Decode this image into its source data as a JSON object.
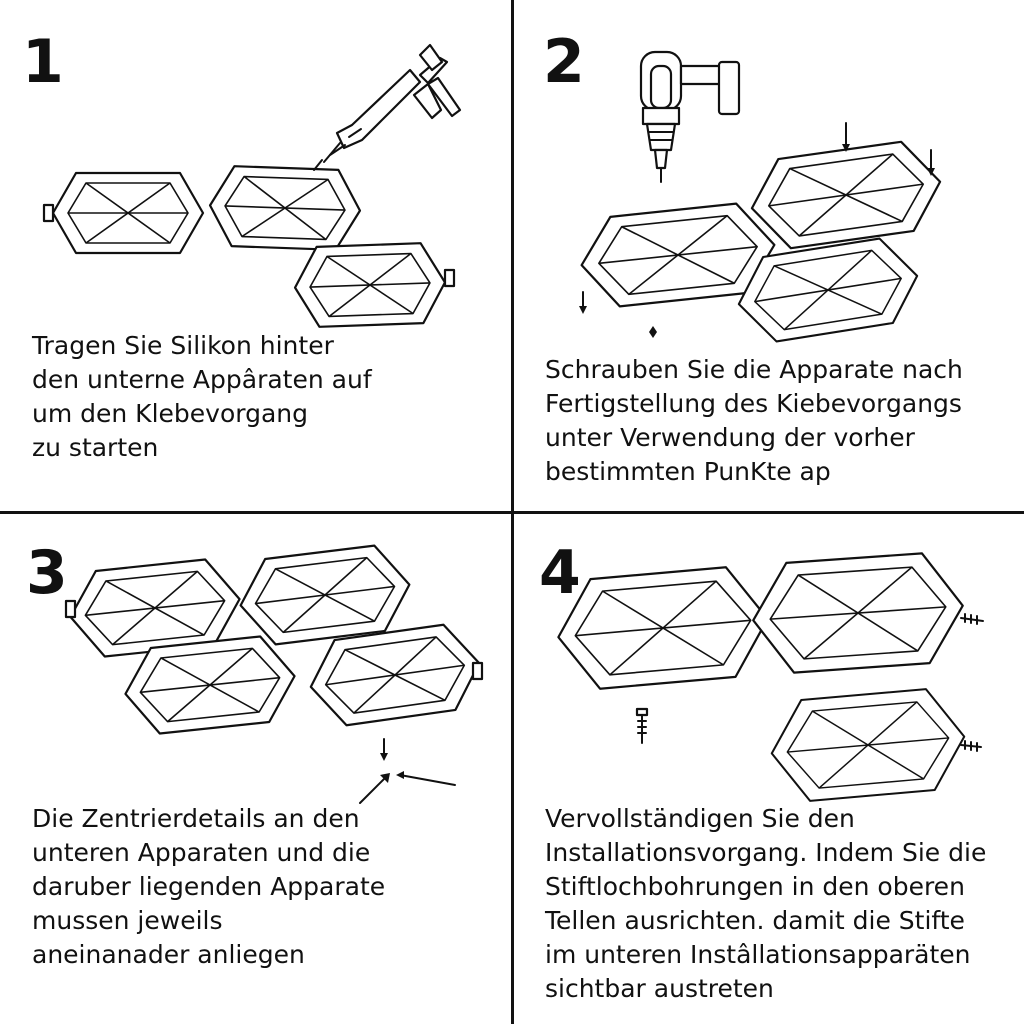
{
  "steps": [
    {
      "number": "1",
      "caption": [
        "Tragen Sie Silikon hinter",
        "den unterne Appâraten auf",
        "um den Klebevorgang",
        "zu starten"
      ],
      "illustration_icon": "caulking-gun-icon"
    },
    {
      "number": "2",
      "caption": [
        "Schrauben Sie die Apparate nach",
        "Fertigstellung des Kiebevorgangs",
        "unter Verwendung der vorher",
        "bestimmten PunKte ap"
      ],
      "illustration_icon": "power-drill-icon"
    },
    {
      "number": "3",
      "caption": [
        "Die Zentrierdetails an den",
        "unteren Apparaten und die",
        "daruber liegenden Apparate",
        "mussen jeweils",
        "aneinanader anliegen"
      ],
      "illustration_icon": "alignment-arrow-icon"
    },
    {
      "number": "4",
      "caption": [
        "Vervollständigen Sie den",
        "Installationsvorgang. Indem Sie die",
        "Stiftlochbohrungen in den oberen",
        "Tellen ausrichten. damit die Stifte",
        "im unteren Instâllationsapparäten",
        "sichtbar austreten"
      ],
      "illustration_icon": "screw-icon"
    }
  ]
}
